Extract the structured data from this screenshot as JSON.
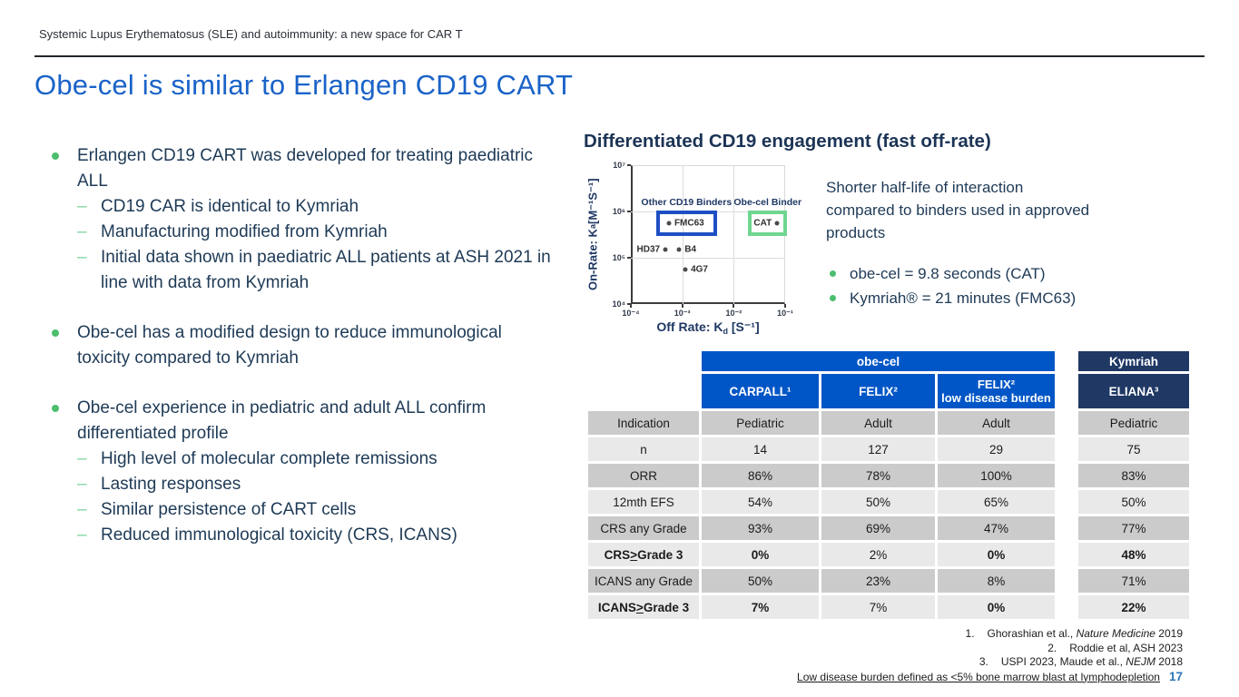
{
  "slide": {
    "kicker": "Systemic Lupus Erythematosus (SLE) and autoimmunity: a new space for CAR T",
    "title": "Obe-cel is similar to Erlangen CD19 CART",
    "page_number": "17"
  },
  "left_column": {
    "bullets": [
      {
        "text": "Erlangen CD19 CART was developed for treating paediatric ALL",
        "subs": [
          "CD19 CAR is identical to Kymriah",
          "Manufacturing modified from Kymriah",
          "Initial data shown in paediatric ALL patients at ASH 2021 in line with data from Kymriah"
        ]
      },
      {
        "text": "Obe-cel has a modified design to reduce immunological toxicity compared to Kymriah",
        "subs": []
      },
      {
        "text": "Obe-cel experience in pediatric and adult ALL confirm differentiated profile",
        "subs": [
          "High level of molecular complete remissions",
          "Lasting responses",
          "Similar persistence of CART cells",
          "Reduced immunological toxicity (CRS, ICANS)"
        ]
      }
    ]
  },
  "right_panel": {
    "heading": "Differentiated CD19 engagement (fast off-rate)",
    "note": "Shorter half-life of interaction compared to binders used in approved products",
    "bullets": [
      "obe-cel = 9.8 seconds (CAT)",
      "Kymriah® = 21 minutes (FMC63)"
    ]
  },
  "chart_data": {
    "type": "scatter",
    "title": "Differentiated CD19 engagement (fast off-rate)",
    "xlabel": {
      "pre": "Off Rate: K",
      "sub": "d",
      "post": " [S⁻¹]"
    },
    "ylabel": {
      "pre": "On-Rate: K",
      "sub": "a",
      "post": " [M⁻¹S⁻¹]"
    },
    "x_scale": "log",
    "y_scale": "log",
    "xlim": [
      0.0001,
      0.1
    ],
    "ylim": [
      10000,
      10000000
    ],
    "grid": true,
    "x_ticks": [
      {
        "v": 0.0001,
        "label": "10⁻⁴"
      },
      {
        "v": 0.001,
        "label": "10⁻³"
      },
      {
        "v": 0.01,
        "label": "10⁻²"
      },
      {
        "v": 0.1,
        "label": "10⁻¹"
      }
    ],
    "y_ticks": [
      {
        "v": 10000,
        "label": "10⁴"
      },
      {
        "v": 100000,
        "label": "10⁵"
      },
      {
        "v": 1000000,
        "label": "10⁶"
      },
      {
        "v": 10000000,
        "label": "10⁷"
      }
    ],
    "points": [
      {
        "name": "FMC63",
        "x": 0.00055,
        "y": 550000,
        "label_side": "right"
      },
      {
        "name": "CAT",
        "x": 0.07,
        "y": 550000,
        "label_side": "left"
      },
      {
        "name": "HD37",
        "x": 0.00047,
        "y": 150000,
        "label_side": "left"
      },
      {
        "name": "B4",
        "x": 0.00087,
        "y": 150000,
        "label_side": "right"
      },
      {
        "name": "4G7",
        "x": 0.00115,
        "y": 55000,
        "label_side": "right"
      }
    ],
    "annotations": [
      {
        "label": "Other CD19 Binders",
        "x0": 0.00031,
        "x1": 0.0047,
        "y0": 300000,
        "y1": 1050000,
        "color": "#1d4fc4"
      },
      {
        "label": "Obe-cel Binder",
        "x0": 0.019,
        "x1": 0.11,
        "y0": 300000,
        "y1": 1050000,
        "color": "#6fd690"
      }
    ]
  },
  "table": {
    "group_obecel": "obe-cel",
    "group_kymriah": "Kymriah",
    "columns": [
      {
        "title": "CARPALL¹"
      },
      {
        "title": "FELIX²"
      },
      {
        "title": "FELIX²",
        "subtitle": "low disease burden"
      },
      {
        "title": "ELIANA³"
      }
    ],
    "rows": [
      {
        "label": "Indication",
        "cells": [
          "Pediatric",
          "Adult",
          "Adult"
        ],
        "kymriah": "Pediatric"
      },
      {
        "label": "n",
        "cells": [
          "14",
          "127",
          "29"
        ],
        "kymriah": "75"
      },
      {
        "label": "ORR",
        "cells": [
          "86%",
          "78%",
          "100%"
        ],
        "kymriah": "83%"
      },
      {
        "label": "12mth EFS",
        "cells": [
          "54%",
          "50%",
          "65%"
        ],
        "kymriah": "50%"
      },
      {
        "label": "CRS any Grade",
        "cells": [
          "93%",
          "69%",
          "47%"
        ],
        "kymriah": "77%"
      },
      {
        "label_pre": "CRS ",
        "label_gte": ">",
        "label_post": " Grade 3",
        "cells": [
          "0%",
          "2%",
          "0%"
        ],
        "kymriah": "48%"
      },
      {
        "label": "ICANS any Grade",
        "cells": [
          "50%",
          "23%",
          "8%"
        ],
        "kymriah": "71%"
      },
      {
        "label_pre": "ICANS ",
        "label_gte": ">",
        "label_post": " Grade 3",
        "cells": [
          "7%",
          "7%",
          "0%"
        ],
        "kymriah": "22%"
      }
    ]
  },
  "footnotes": {
    "items": [
      {
        "num": "1.",
        "pre": "Ghorashian et al., ",
        "italic": "Nature Medicine",
        "post": " 2019"
      },
      {
        "num": "2.",
        "pre": "Roddie et al, ASH 2023",
        "italic": "",
        "post": ""
      },
      {
        "num": "3.",
        "pre": "USPI 2023, Maude et al., ",
        "italic": "NEJM",
        "post": " 2018"
      }
    ],
    "note": "Low disease burden defined as <5% bone marrow blast at lymphodepletion"
  },
  "colors": {
    "title_blue": "#1a63c8",
    "body_navy": "#1e3a56",
    "heading_navy": "#1c3456",
    "bullet_green": "#4cbe6e",
    "obecel_header_blue": "#0056c6",
    "kymriah_header_navy": "#1f3864",
    "row_dark": "#cbcbcb",
    "row_light": "#e9e9e9",
    "binder_box_blue": "#1d4fc4",
    "binder_box_green": "#6fd690",
    "page_number_blue": "#2e74b5"
  }
}
